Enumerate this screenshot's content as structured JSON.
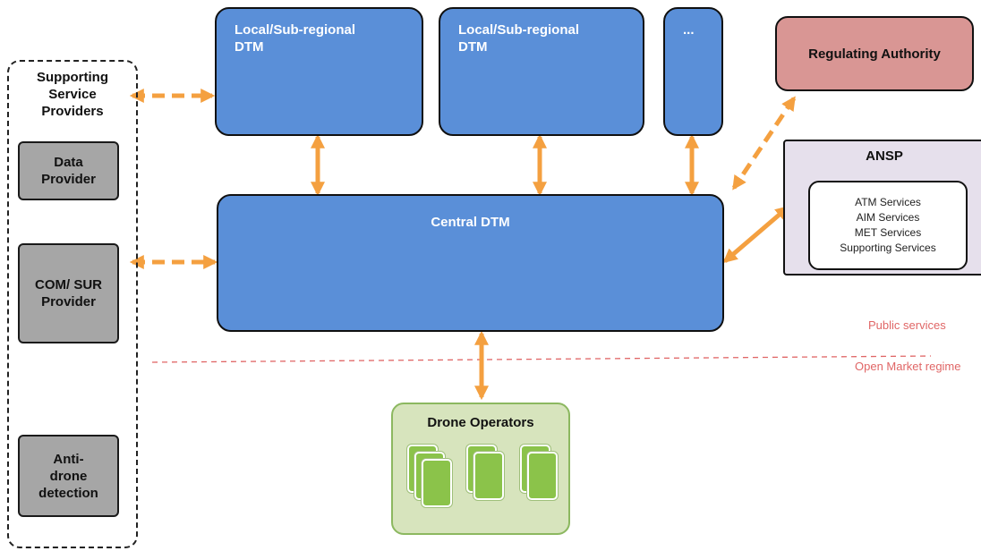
{
  "diagram": {
    "dtm_boxes": [
      {
        "label": "Local/Sub-regional\nDTM"
      },
      {
        "label": "Local/Sub-regional\nDTM"
      },
      {
        "label": "..."
      }
    ],
    "central": {
      "label": "Central DTM"
    },
    "supporting": {
      "title": "Supporting\nService\nProviders",
      "providers": [
        {
          "label": "Data\nProvider"
        },
        {
          "label": "COM/ SUR\nProvider"
        },
        {
          "label": "Anti-\ndrone\ndetection"
        }
      ]
    },
    "regulating": {
      "label": "Regulating Authority"
    },
    "ansp": {
      "title": "ANSP",
      "services": [
        "ATM Services",
        "AIM Services",
        "MET Services",
        "Supporting Services"
      ]
    },
    "drone_operators": {
      "label": "Drone Operators"
    },
    "regimes": {
      "public": "Public services",
      "open_market": "Open Market regime"
    },
    "colors": {
      "dtm": "#5a8fd8",
      "arrow": "#f4a040",
      "regulator": "#d99694",
      "ansp": "#e6e0ec",
      "drone": "#d7e4bd",
      "provider": "#a6a6a6",
      "regime_line": "#e06666"
    }
  }
}
